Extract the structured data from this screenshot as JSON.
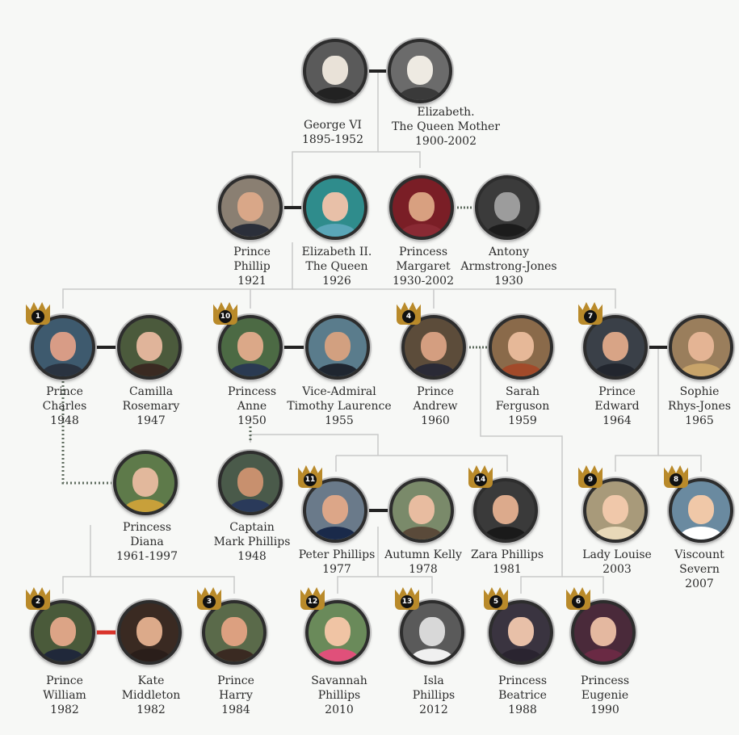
{
  "colors": {
    "background": "#f7f8f6",
    "line": "#c9c9c9",
    "marriage": "#222222",
    "divorce": "#5e6b5e",
    "highlight_marriage": "#d9342b",
    "crown": "#b98a2a"
  },
  "people": [
    {
      "id": "george",
      "line1": "George VI",
      "line2": "1895-1952",
      "line3": "",
      "bg": "#5a5a5a",
      "skin": "#e9e2d8",
      "cloth": "#222222",
      "crown": ""
    },
    {
      "id": "queen_mother",
      "line1": "Elizabeth.",
      "line2": "The Queen Mother",
      "line3": "1900-2002",
      "bg": "#6b6b6b",
      "skin": "#eeeae2",
      "cloth": "#3a3a3a",
      "crown": ""
    },
    {
      "id": "phillip",
      "line1": "Prince",
      "line2": "Phillip",
      "line3": "1921",
      "bg": "#8a7f72",
      "skin": "#d9a788",
      "cloth": "#2b2f3a",
      "crown": ""
    },
    {
      "id": "elizabeth",
      "line1": "Elizabeth II.",
      "line2": "The Queen",
      "line3": "1926",
      "bg": "#2f8c8c",
      "skin": "#e8c0a8",
      "cloth": "#5aa6b8",
      "crown": ""
    },
    {
      "id": "margaret",
      "line1": "Princess",
      "line2": "Margaret",
      "line3": "1930-2002",
      "bg": "#7a1e26",
      "skin": "#d8a080",
      "cloth": "#8a2a34",
      "crown": ""
    },
    {
      "id": "antony",
      "line1": "Antony",
      "line2": "Armstrong-Jones",
      "line3": "1930",
      "bg": "#3b3b3b",
      "skin": "#9c9c9c",
      "cloth": "#1c1c1c",
      "crown": ""
    },
    {
      "id": "charles",
      "line1": "Prince",
      "line2": "Charles",
      "line3": "1948",
      "bg": "#3e5a6e",
      "skin": "#d89c86",
      "cloth": "#2a3340",
      "crown": "1"
    },
    {
      "id": "camilla",
      "line1": "Camilla",
      "line2": "Rosemary",
      "line3": "1947",
      "bg": "#4b5a3c",
      "skin": "#e0b49a",
      "cloth": "#3a2a22",
      "crown": ""
    },
    {
      "id": "anne",
      "line1": "Princess",
      "line2": "Anne",
      "line3": "1950",
      "bg": "#4c6a44",
      "skin": "#dba888",
      "cloth": "#2a3a52",
      "crown": "10"
    },
    {
      "id": "laurence",
      "line1": "Vice-Admiral",
      "line2": "Timothy Laurence",
      "line3": "1955",
      "bg": "#5a7c8c",
      "skin": "#d2a080",
      "cloth": "#1f2630",
      "crown": ""
    },
    {
      "id": "andrew",
      "line1": "Prince",
      "line2": "Andrew",
      "line3": "1960",
      "bg": "#5c4c3a",
      "skin": "#d49e80",
      "cloth": "#2a2a36",
      "crown": "4"
    },
    {
      "id": "sarah",
      "line1": "Sarah",
      "line2": "Ferguson",
      "line3": "1959",
      "bg": "#8a6a4a",
      "skin": "#e6b898",
      "cloth": "#a24a2a",
      "crown": ""
    },
    {
      "id": "edward",
      "line1": "Prince",
      "line2": "Edward",
      "line3": "1964",
      "bg": "#3a4048",
      "skin": "#d8a486",
      "cloth": "#22262e",
      "crown": "7"
    },
    {
      "id": "sophie",
      "line1": "Sophie",
      "line2": "Rhys-Jones",
      "line3": "1965",
      "bg": "#9a7e5c",
      "skin": "#e4b494",
      "cloth": "#c8a46a",
      "crown": ""
    },
    {
      "id": "diana",
      "line1": "Princess",
      "line2": "Diana",
      "line3": "1961-1997",
      "bg": "#5e7a4a",
      "skin": "#e2b89c",
      "cloth": "#c8a03a",
      "crown": ""
    },
    {
      "id": "mark",
      "line1": "Captain",
      "line2": "Mark Phillips",
      "line3": "1948",
      "bg": "#4a5a4a",
      "skin": "#c8906e",
      "cloth": "#2a3a5a",
      "crown": ""
    },
    {
      "id": "peter",
      "line1": "Peter Phillips",
      "line2": "1977",
      "line3": "",
      "bg": "#6a7a8a",
      "skin": "#dca688",
      "cloth": "#1a2a4a",
      "crown": "11"
    },
    {
      "id": "autumn",
      "line1": "Autumn Kelly",
      "line2": "1978",
      "line3": "",
      "bg": "#7a8a6a",
      "skin": "#e8bca0",
      "cloth": "#5a4a3a",
      "crown": ""
    },
    {
      "id": "zara",
      "line1": "Zara Phillips",
      "line2": "1981",
      "line3": "",
      "bg": "#3a3a3a",
      "skin": "#dcaa8c",
      "cloth": "#1a1a1a",
      "crown": "14"
    },
    {
      "id": "louise",
      "line1": "Lady Louise",
      "line2": "2003",
      "line3": "",
      "bg": "#a89a7a",
      "skin": "#f0c8aa",
      "cloth": "#e8d8b8",
      "crown": "9"
    },
    {
      "id": "severn",
      "line1": "Viscount",
      "line2": "Severn",
      "line3": "2007",
      "bg": "#6a8aa0",
      "skin": "#f0c8a8",
      "cloth": "#ffffff",
      "crown": "8"
    },
    {
      "id": "william",
      "line1": "Prince",
      "line2": "William",
      "line3": "1982",
      "bg": "#4a5a3a",
      "skin": "#dca486",
      "cloth": "#20283a",
      "crown": "2"
    },
    {
      "id": "kate",
      "line1": "Kate",
      "line2": "Middleton",
      "line3": "1982",
      "bg": "#3a2a22",
      "skin": "#dcaa8a",
      "cloth": "#2a1e1a",
      "crown": ""
    },
    {
      "id": "harry",
      "line1": "Prince",
      "line2": "Harry",
      "line3": "1984",
      "bg": "#5a6a4a",
      "skin": "#dca080",
      "cloth": "#3a2a22",
      "crown": "3"
    },
    {
      "id": "savannah",
      "line1": "Savannah",
      "line2": "Phillips",
      "line3": "2010",
      "bg": "#6a8a5a",
      "skin": "#f0c4a4",
      "cloth": "#e0507a",
      "crown": "12"
    },
    {
      "id": "isla",
      "line1": "Isla",
      "line2": "Phillips",
      "line3": "2012",
      "bg": "#5a5a5a",
      "skin": "#d8d8d8",
      "cloth": "#f0f0f0",
      "crown": "13"
    },
    {
      "id": "beatrice",
      "line1": "Princess",
      "line2": "Beatrice",
      "line3": "1988",
      "bg": "#3a3440",
      "skin": "#e8c0a8",
      "cloth": "#2a2430",
      "crown": "5"
    },
    {
      "id": "eugenie",
      "line1": "Princess",
      "line2": "Eugenie",
      "line3": "1990",
      "bg": "#4a2a3a",
      "skin": "#e4b8a0",
      "cloth": "#6a2a44",
      "crown": "6"
    }
  ],
  "marriages": [
    {
      "a": "george",
      "b": "queen_mother",
      "style": "married"
    },
    {
      "a": "phillip",
      "b": "elizabeth",
      "style": "married"
    },
    {
      "a": "margaret",
      "b": "antony",
      "style": "divorced"
    },
    {
      "a": "charles",
      "b": "camilla",
      "style": "married"
    },
    {
      "a": "anne",
      "b": "laurence",
      "style": "married"
    },
    {
      "a": "andrew",
      "b": "sarah",
      "style": "divorced"
    },
    {
      "a": "edward",
      "b": "sophie",
      "style": "married"
    },
    {
      "a": "peter",
      "b": "autumn",
      "style": "married"
    },
    {
      "a": "william",
      "b": "kate",
      "style": "highlight"
    }
  ]
}
